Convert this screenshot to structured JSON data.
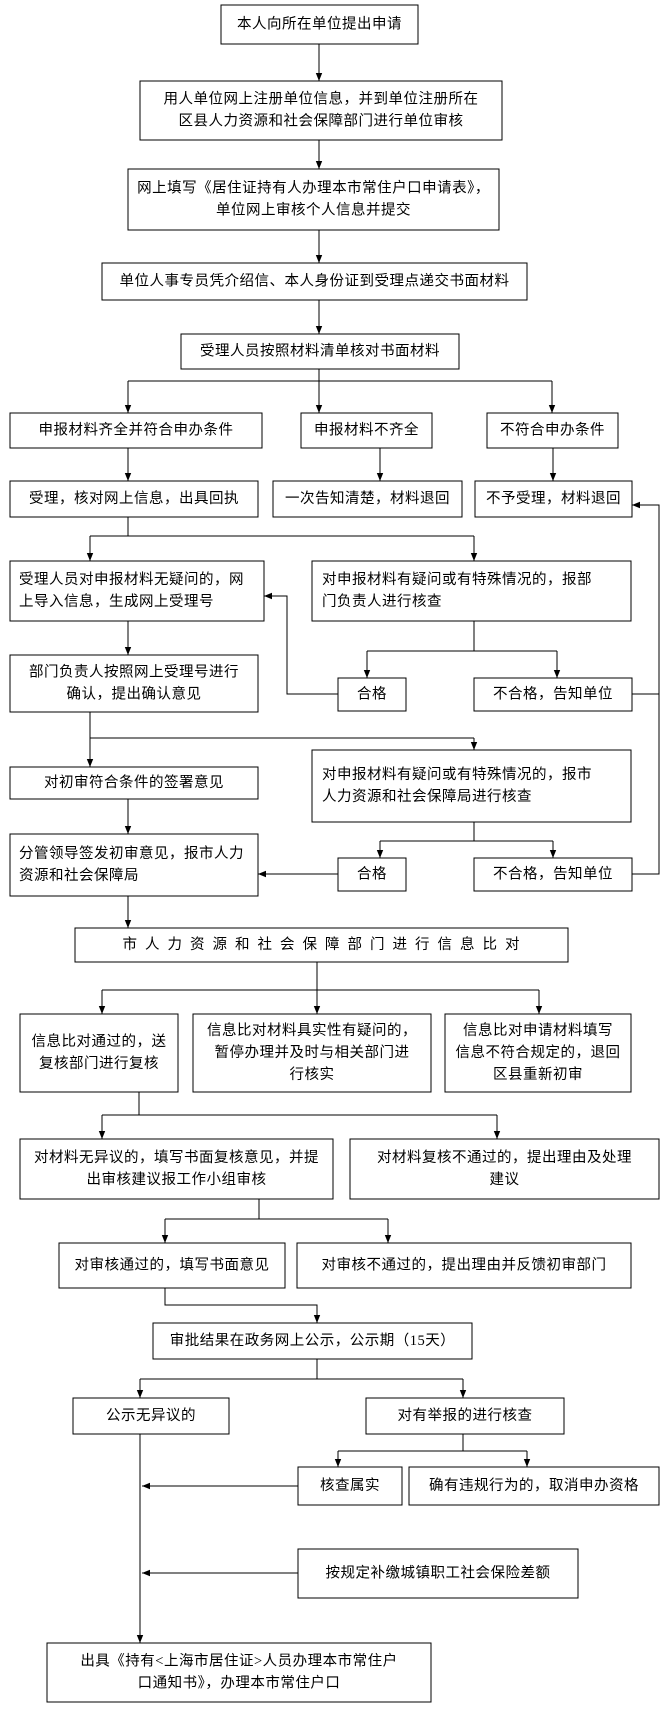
{
  "diagram": {
    "nodes": {
      "apply": [
        "本人向所在单位提出申请"
      ],
      "unit_register": [
        "用人单位网上注册单位信息，并到单位注册所在",
        "区县人力资源和社会保障部门进行单位审核"
      ],
      "online_form": [
        "网上填写《居住证持有人办理本市常住户口申请表》，",
        "单位网上审核个人信息并提交"
      ],
      "submit_materials": [
        "单位人事专员凭介绍信、本人身份证到受理点递交书面材料"
      ],
      "check_materials": [
        "受理人员按照材料清单核对书面材料"
      ],
      "complete_eligible": [
        "申报材料齐全并符合申办条件"
      ],
      "incomplete": [
        "申报材料不齐全"
      ],
      "ineligible": [
        "不符合申办条件"
      ],
      "accept_receipt": [
        "受理，核对网上信息，出具回执"
      ],
      "notify_return": [
        "一次告知清楚，材料退回"
      ],
      "reject_return": [
        "不予受理，材料退回"
      ],
      "no_doubt_import": [
        "受理人员对申报材料无疑问的，网",
        "上导入信息，生成网上受理号"
      ],
      "doubt_dept_check": [
        "对申报材料有疑问或有特殊情况的，报部",
        "门负责人进行核查"
      ],
      "dept_pass": [
        "合格"
      ],
      "dept_fail": [
        "不合格，告知单位"
      ],
      "dept_confirm": [
        "部门负责人按照网上受理号进行",
        "确认，提出确认意见"
      ],
      "sign_opinion": [
        "对初审符合条件的签署意见"
      ],
      "doubt_city_check": [
        "对申报材料有疑问或有特殊情况的，报市",
        "人力资源和社会保障局进行核查"
      ],
      "city_pass": [
        "合格"
      ],
      "city_fail": [
        "不合格，告知单位"
      ],
      "leader_sign": [
        "分管领导签发初审意见，报市人力",
        "资源和社会保障局"
      ],
      "info_compare": [
        "市人力资源和社会保障部门进行信息比对"
      ],
      "compare_pass": [
        "信息比对通过的，送",
        "复核部门进行复核"
      ],
      "compare_doubt": [
        "信息比对材料具实性有疑问的，",
        "暂停办理并及时与相关部门进",
        "行核实"
      ],
      "compare_invalid": [
        "信息比对申请材料填写",
        "信息不符合规定的，退回",
        "区县重新初审"
      ],
      "review_ok": [
        "对材料无异议的，填写书面复核意见，并提",
        "出审核建议报工作小组审核"
      ],
      "review_fail": [
        "对材料复核不通过的，提出理由及处理",
        "建议"
      ],
      "audit_pass": [
        "对审核通过的，填写书面意见"
      ],
      "audit_fail": [
        "对审核不通过的，提出理由并反馈初审部门"
      ],
      "publicity": [
        "审批结果在政务网上公示，公示期（15天）"
      ],
      "no_objection": [
        "公示无异议的"
      ],
      "report_check": [
        "对有举报的进行核查"
      ],
      "verified": [
        "核查属实"
      ],
      "violation": [
        "确有违规行为的，取消申办资格"
      ],
      "pay_insurance": [
        "按规定补缴城镇职工社会保险差额"
      ],
      "final_notice": [
        "出具《持有<上海市居住证>人员办理本市常住户",
        "口通知书》，办理本市常住户口"
      ]
    }
  }
}
